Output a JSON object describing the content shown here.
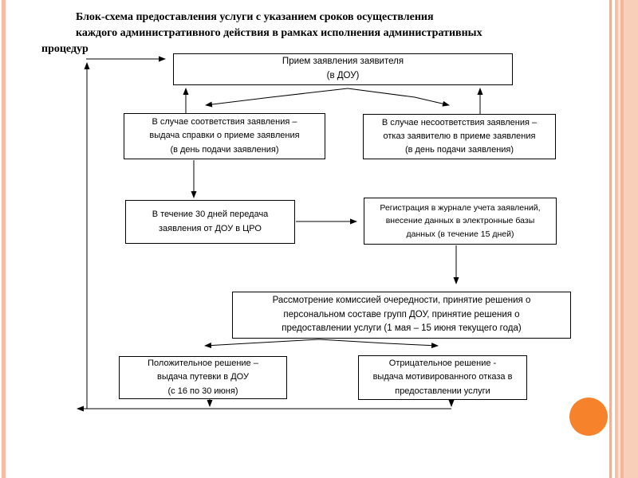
{
  "slide": {
    "title": {
      "line1": "Блок-схема предоставления услуги с указанием сроков осуществления",
      "line2": "каждого административного действия в рамках исполнения административных",
      "line3": "процедур"
    }
  },
  "boxes": {
    "b1": {
      "lines": [
        "Прием заявления заявителя",
        "(в ДОУ)"
      ]
    },
    "b2": {
      "lines": [
        "В случае соответствия заявления –",
        "выдача справки о приеме заявления",
        "(в день подачи заявления)"
      ]
    },
    "b3": {
      "lines": [
        "В случае несоответствия заявления –",
        "отказ заявителю в приеме заявления",
        "(в день подачи заявления)"
      ]
    },
    "b4": {
      "lines": [
        "В течение 30 дней передача",
        "заявления от ДОУ в ЦРО"
      ]
    },
    "b5": {
      "lines": [
        "Регистрация в журнале учета заявлений,",
        "внесение данных в электронные базы",
        "данных (в течение 15 дней)"
      ]
    },
    "b6": {
      "lines": [
        "Рассмотрение комиссией очередности, принятие решения о",
        "персональном составе групп ДОУ, принятие решения о",
        "предоставлении услуги (1 мая – 15 июня текущего года)"
      ]
    },
    "b7": {
      "lines": [
        "Положительное решение –",
        "выдача путевки в ДОУ",
        "(с 16 по 30 июня)"
      ]
    },
    "b8": {
      "lines": [
        "Отрицательное решение -",
        "выдача мотивированного отказа в",
        "предоставлении услуги"
      ]
    }
  },
  "decor": {
    "left_stripe_color": "#f6bca3",
    "right_band_colors": [
      "#f0b096",
      "#f6c2a7",
      "#fbe2d4",
      "#f3b89c",
      "#f8cfb8"
    ],
    "circle_color": "#f6832b",
    "line_color": "#000000"
  }
}
